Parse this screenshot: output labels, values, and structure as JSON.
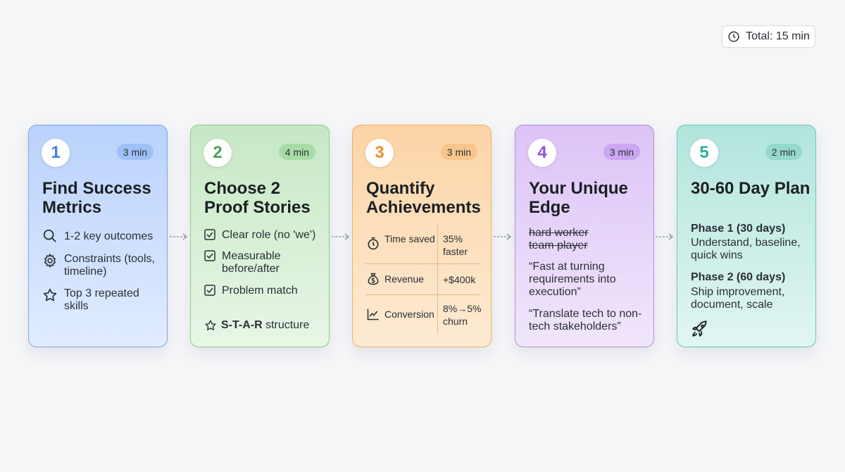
{
  "total": {
    "label": "Total: 15 min",
    "icon": "clock-icon"
  },
  "cards": [
    {
      "number": "1",
      "time": "3 min",
      "title": "Find Success Metrics",
      "color": "#3f7fe6",
      "items": [
        {
          "icon": "search-icon",
          "text": "1-2 key outcomes"
        },
        {
          "icon": "gear-icon",
          "text": "Constraints (tools, timeline)"
        },
        {
          "icon": "star-icon",
          "text": "Top 3 repeated skills"
        }
      ]
    },
    {
      "number": "2",
      "time": "4 min",
      "title": "Choose 2 Proof Stories",
      "color": "#4aa556",
      "items": [
        {
          "icon": "checkbox-icon",
          "text": "Clear role (no 'we')"
        },
        {
          "icon": "checkbox-icon",
          "text": "Measurable before/after"
        },
        {
          "icon": "checkbox-icon",
          "text": "Problem match"
        }
      ],
      "footer": {
        "icon": "star-icon",
        "bold": "S-T-A-R",
        "text": " structure"
      }
    },
    {
      "number": "3",
      "time": "3 min",
      "title": "Quantify Achievements",
      "color": "#ef9130",
      "metrics": [
        {
          "icon": "stopwatch-icon",
          "label": "Time saved",
          "value": "35% faster"
        },
        {
          "icon": "money-bag-icon",
          "label": "Revenue",
          "value": "+$400k"
        },
        {
          "icon": "trend-chart-icon",
          "label": "Conversion",
          "value": "8%→5% churn"
        }
      ]
    },
    {
      "number": "4",
      "time": "3 min",
      "title": "Your Unique Edge",
      "color": "#8f52d9",
      "struck": [
        "hard worker",
        "team player"
      ],
      "quotes": [
        "“Fast at turning requirements into execution”",
        "“Translate tech to non-tech stakeholders”"
      ]
    },
    {
      "number": "5",
      "time": "2 min",
      "title": "30-60 Day Plan",
      "color": "#2fae99",
      "phases": [
        {
          "title": "Phase 1 (30 days)",
          "text": "Understand, baseline, quick wins"
        },
        {
          "title": "Phase 2 (60 days)",
          "text": "Ship improvement, document, scale"
        }
      ],
      "footer_icon": "rocket-icon"
    }
  ]
}
